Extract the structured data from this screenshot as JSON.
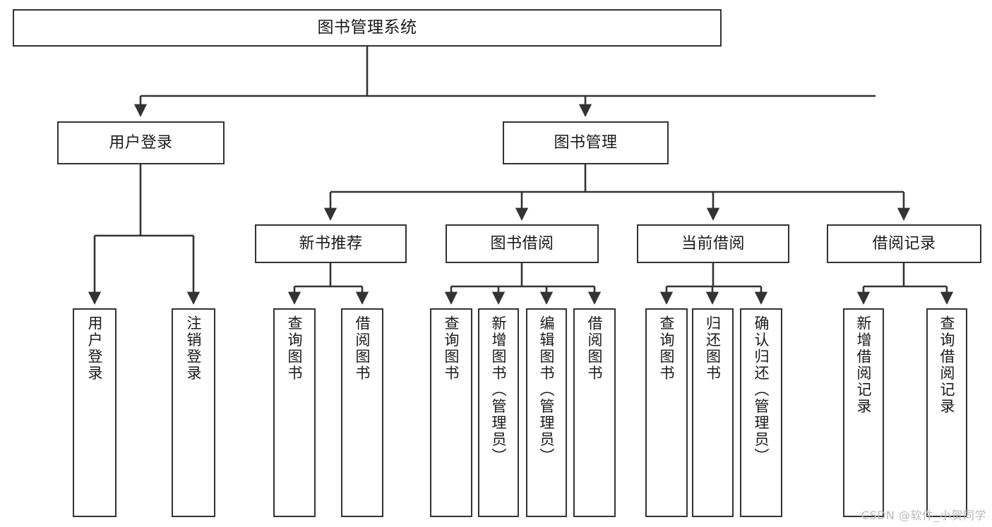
{
  "diagram": {
    "title": "图书管理系统",
    "type": "hierarchy-tree",
    "background_color": "#ffffff",
    "line_color": "#333333",
    "node_fill": "#ffffff",
    "text_color": "#1a1a1a",
    "root": {
      "label": "图书管理系统"
    },
    "level1": [
      {
        "label": "用户登录"
      },
      {
        "label": "图书管理"
      }
    ],
    "level2": [
      {
        "label": "新书推荐"
      },
      {
        "label": "图书借阅"
      },
      {
        "label": "当前借阅"
      },
      {
        "label": "借阅记录"
      }
    ],
    "leaves": {
      "user_login": [
        {
          "label": "用户登录"
        },
        {
          "label": "注销登录"
        }
      ],
      "new_book_recommend": [
        {
          "label": "查询图书"
        },
        {
          "label": "借阅图书"
        }
      ],
      "book_borrow": [
        {
          "label": "查询图书"
        },
        {
          "label": "新增图书（管理员）"
        },
        {
          "label": "编辑图书（管理员）"
        },
        {
          "label": "借阅图书"
        }
      ],
      "current_borrow": [
        {
          "label": "查询图书"
        },
        {
          "label": "归还图书"
        },
        {
          "label": "确认归还（管理员）"
        }
      ],
      "borrow_record": [
        {
          "label": "新增借阅记录"
        },
        {
          "label": "查询借阅记录"
        }
      ]
    }
  },
  "watermark": {
    "text": "CSDN @软件_小贺同学"
  }
}
